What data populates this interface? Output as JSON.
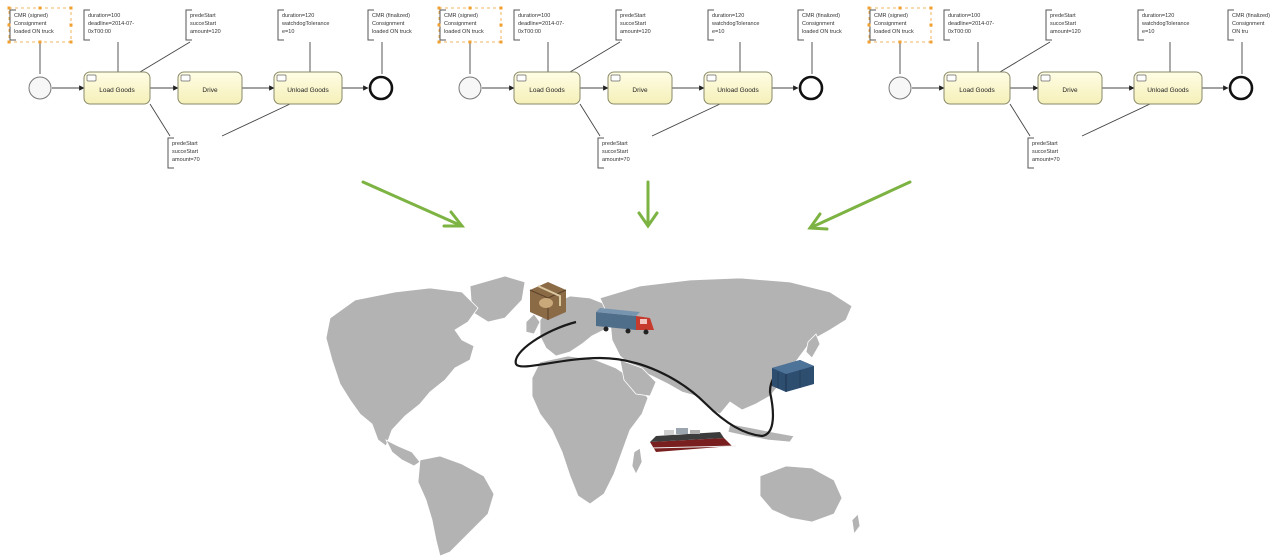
{
  "diagrams": [
    {
      "tasks": [
        "Load Goods",
        "Drive",
        "Unload Goods"
      ],
      "ann_start": [
        "CMR (signed)",
        "Consignment",
        "loaded ON truck"
      ],
      "ann_load": [
        "duration=100",
        "deadline=2014-07-",
        "0xT00:00"
      ],
      "ann_drive": [
        "predeStart",
        "succeStart",
        "amount=120"
      ],
      "ann_unload": [
        "duration=120",
        "watchdogTolerance",
        "e=10"
      ],
      "ann_end": [
        "CMR (finalized)",
        "Consignment",
        "loaded ON truck"
      ],
      "ann_bottom": [
        "predeStart",
        "succeStart",
        "amount=70"
      ]
    },
    {
      "tasks": [
        "Load Goods",
        "Drive",
        "Unload Goods"
      ],
      "ann_start": [
        "CMR (signed)",
        "Consignment",
        "loaded ON truck"
      ],
      "ann_load": [
        "duration=100",
        "deadline=2014-07-",
        "0xT00:00"
      ],
      "ann_drive": [
        "predeStart",
        "succeStart",
        "amount=120"
      ],
      "ann_unload": [
        "duration=120",
        "watchdogTolerance",
        "e=10"
      ],
      "ann_end": [
        "CMR (finalized)",
        "Consignment",
        "loaded ON truck"
      ],
      "ann_bottom": [
        "predeStart",
        "succeStart",
        "amount=70"
      ]
    },
    {
      "tasks": [
        "Load Goods",
        "Drive",
        "Unload Goods"
      ],
      "ann_start": [
        "CMR (signed)",
        "Consignment",
        "loaded ON truck"
      ],
      "ann_load": [
        "duration=100",
        "deadline=2014-07-",
        "0xT00:00"
      ],
      "ann_drive": [
        "predeStart",
        "succeStart",
        "amount=120"
      ],
      "ann_unload": [
        "duration=120",
        "watchdogTolerance",
        "e=10"
      ],
      "ann_end": [
        "CMR (finalized)",
        "Consignment",
        "ON tru"
      ],
      "ann_bottom": [
        "predeStart",
        "succeStart",
        "amount=70"
      ]
    }
  ],
  "colors": {
    "task_fill": "#fbf8cf",
    "task_stroke": "#8a8a6a",
    "arrow_green": "#7cb342",
    "land": "#b3b3b3",
    "route": "#1a1a1a",
    "selection": "#f0a030"
  },
  "icons": [
    "crate-icon",
    "truck-icon",
    "container-icon",
    "ship-icon"
  ]
}
